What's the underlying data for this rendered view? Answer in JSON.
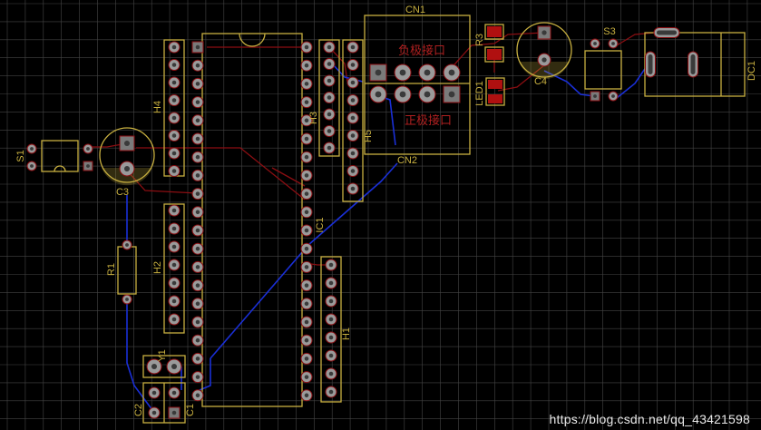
{
  "colors": {
    "background": "#000000",
    "grid": "#454545",
    "silkscreen": "#c8b040",
    "pad": "#9a9a9a",
    "pad_square": "#7a7a7a",
    "track_red": "#8b0e12",
    "track_blue": "#1a2fd6",
    "smd_pad": "#b01010",
    "chinese_text": "#b02020"
  },
  "labels": {
    "cn1": "CN1",
    "cn2": "CN2",
    "negative_port": "负极接口",
    "positive_port": "正极接口",
    "r3": "R3",
    "led1": "LED1",
    "c4": "C4",
    "s3": "S3",
    "dc1": "DC1",
    "s1": "S1",
    "c3": "C3",
    "h4": "H4",
    "h2": "H2",
    "h3": "H3",
    "h1": "H1",
    "h5": "H5",
    "ic1": "IC1",
    "r1": "R1",
    "y1": "Y1",
    "c2": "C2",
    "c1": "C1"
  },
  "watermark": "https://blog.csdn.net/qq_43421598"
}
